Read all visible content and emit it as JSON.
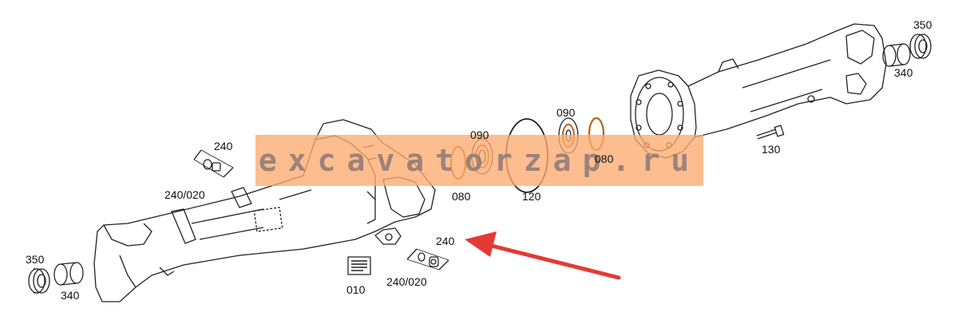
{
  "watermark": {
    "text": "excavatorzap.ru",
    "color": "#fca96e"
  },
  "arrow_color": "#e53935",
  "labels": {
    "p240_left": "240",
    "p240_020_left": "240/020",
    "p350_left": "350",
    "p340_left": "340",
    "p010": "010",
    "p240_mid": "240",
    "p240_020_mid": "240/020",
    "p090_left": "090",
    "p080_left": "080",
    "p120": "120",
    "p090_right": "090",
    "p080_right": "080",
    "p130": "130",
    "p350_right": "350",
    "p340_right": "340"
  }
}
